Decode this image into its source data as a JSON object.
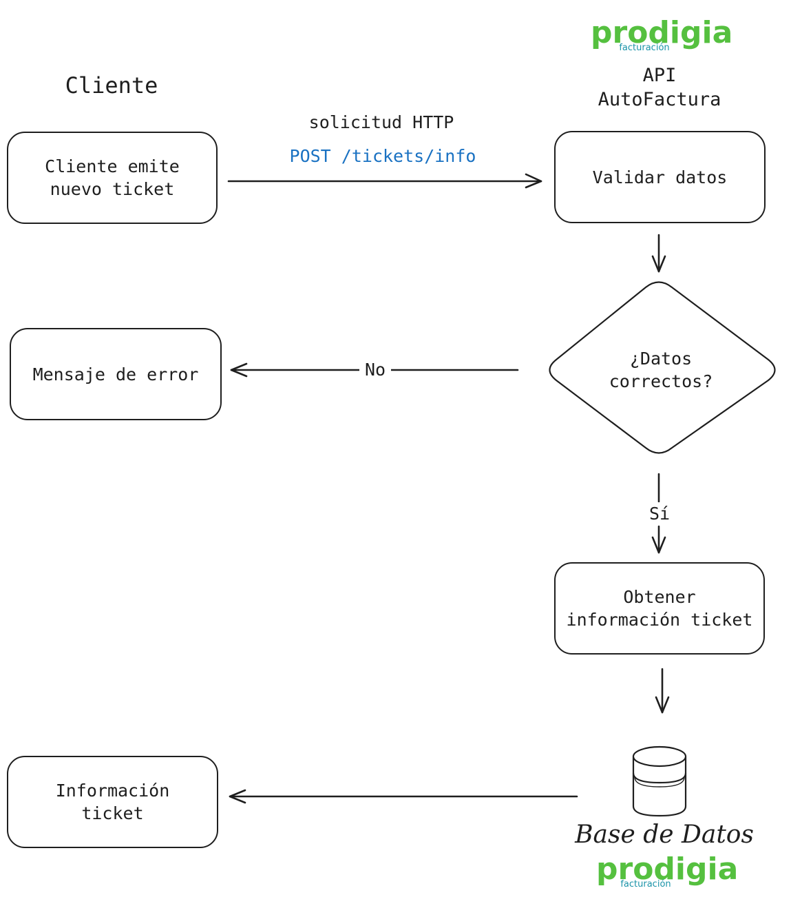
{
  "headers": {
    "client": "Cliente",
    "api": "API\nAutoFactura"
  },
  "logos": {
    "top": {
      "name": "prodigia",
      "tagline": "facturación"
    },
    "bottom": {
      "name": "prodigia",
      "tagline": "facturación"
    }
  },
  "request": {
    "title": "solicitud HTTP",
    "endpoint": "POST /tickets/info"
  },
  "nodes": {
    "client_ticket": "Cliente emite\nnuevo ticket",
    "validate": "Validar datos",
    "decision": "¿Datos\ncorrectos?",
    "error": "Mensaje de error",
    "fetch": "Obtener\ninformación ticket",
    "database": "Base de Datos",
    "result": "Información\nticket"
  },
  "edge_labels": {
    "no": "No",
    "yes": "Sí"
  },
  "colors": {
    "stroke": "#1e1e1e",
    "endpoint": "#1971c2",
    "logo_green": "#55c03f",
    "logo_teal": "#1a93a8"
  }
}
